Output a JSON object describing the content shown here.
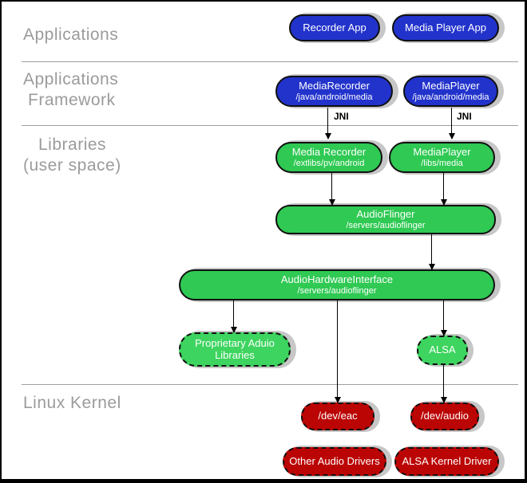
{
  "diagram": {
    "section_labels": {
      "applications": "Applications",
      "framework_line1": "Applications",
      "framework_line2": "Framework",
      "libraries_line1": "Libraries",
      "libraries_line2": "(user space)",
      "kernel": "Linux Kernel"
    },
    "jni_label": "JNI",
    "colors": {
      "app_blue": "#2233cc",
      "library_green": "#2fc953",
      "dashed_green": "#3dd45f",
      "kernel_red": "#bb0404",
      "label_gray": "#9b9b9b",
      "shadow_gray": "#c7c7c7"
    },
    "nodes": {
      "recorder_app": {
        "title": "Recorder App"
      },
      "media_player_app": {
        "title": "Media Player App"
      },
      "media_recorder_fw": {
        "title": "MediaRecorder",
        "subtitle": "/java/android/media"
      },
      "media_player_fw": {
        "title": "MediaPlayer",
        "subtitle": "/java/android/media"
      },
      "media_recorder_lib": {
        "title": "Media Recorder",
        "subtitle": "/extlibs/pv/android"
      },
      "media_player_lib": {
        "title": "MediaPlayer",
        "subtitle": "/libs/media"
      },
      "audioflinger": {
        "title": "AudioFlinger",
        "subtitle": "/servers/audioflinger"
      },
      "audio_hardware_interface": {
        "title": "AudioHardwareInterface",
        "subtitle": "/servers/audioflinger"
      },
      "proprietary_audio_libraries": {
        "title": "Proprietary Aduio Libraries"
      },
      "alsa": {
        "title": "ALSA"
      },
      "dev_eac": {
        "title": "/dev/eac"
      },
      "dev_audio": {
        "title": "/dev/audio"
      },
      "other_audio_drivers": {
        "title": "Other Audio Drivers"
      },
      "alsa_kernel_driver": {
        "title": "ALSA Kernel Driver"
      }
    }
  }
}
